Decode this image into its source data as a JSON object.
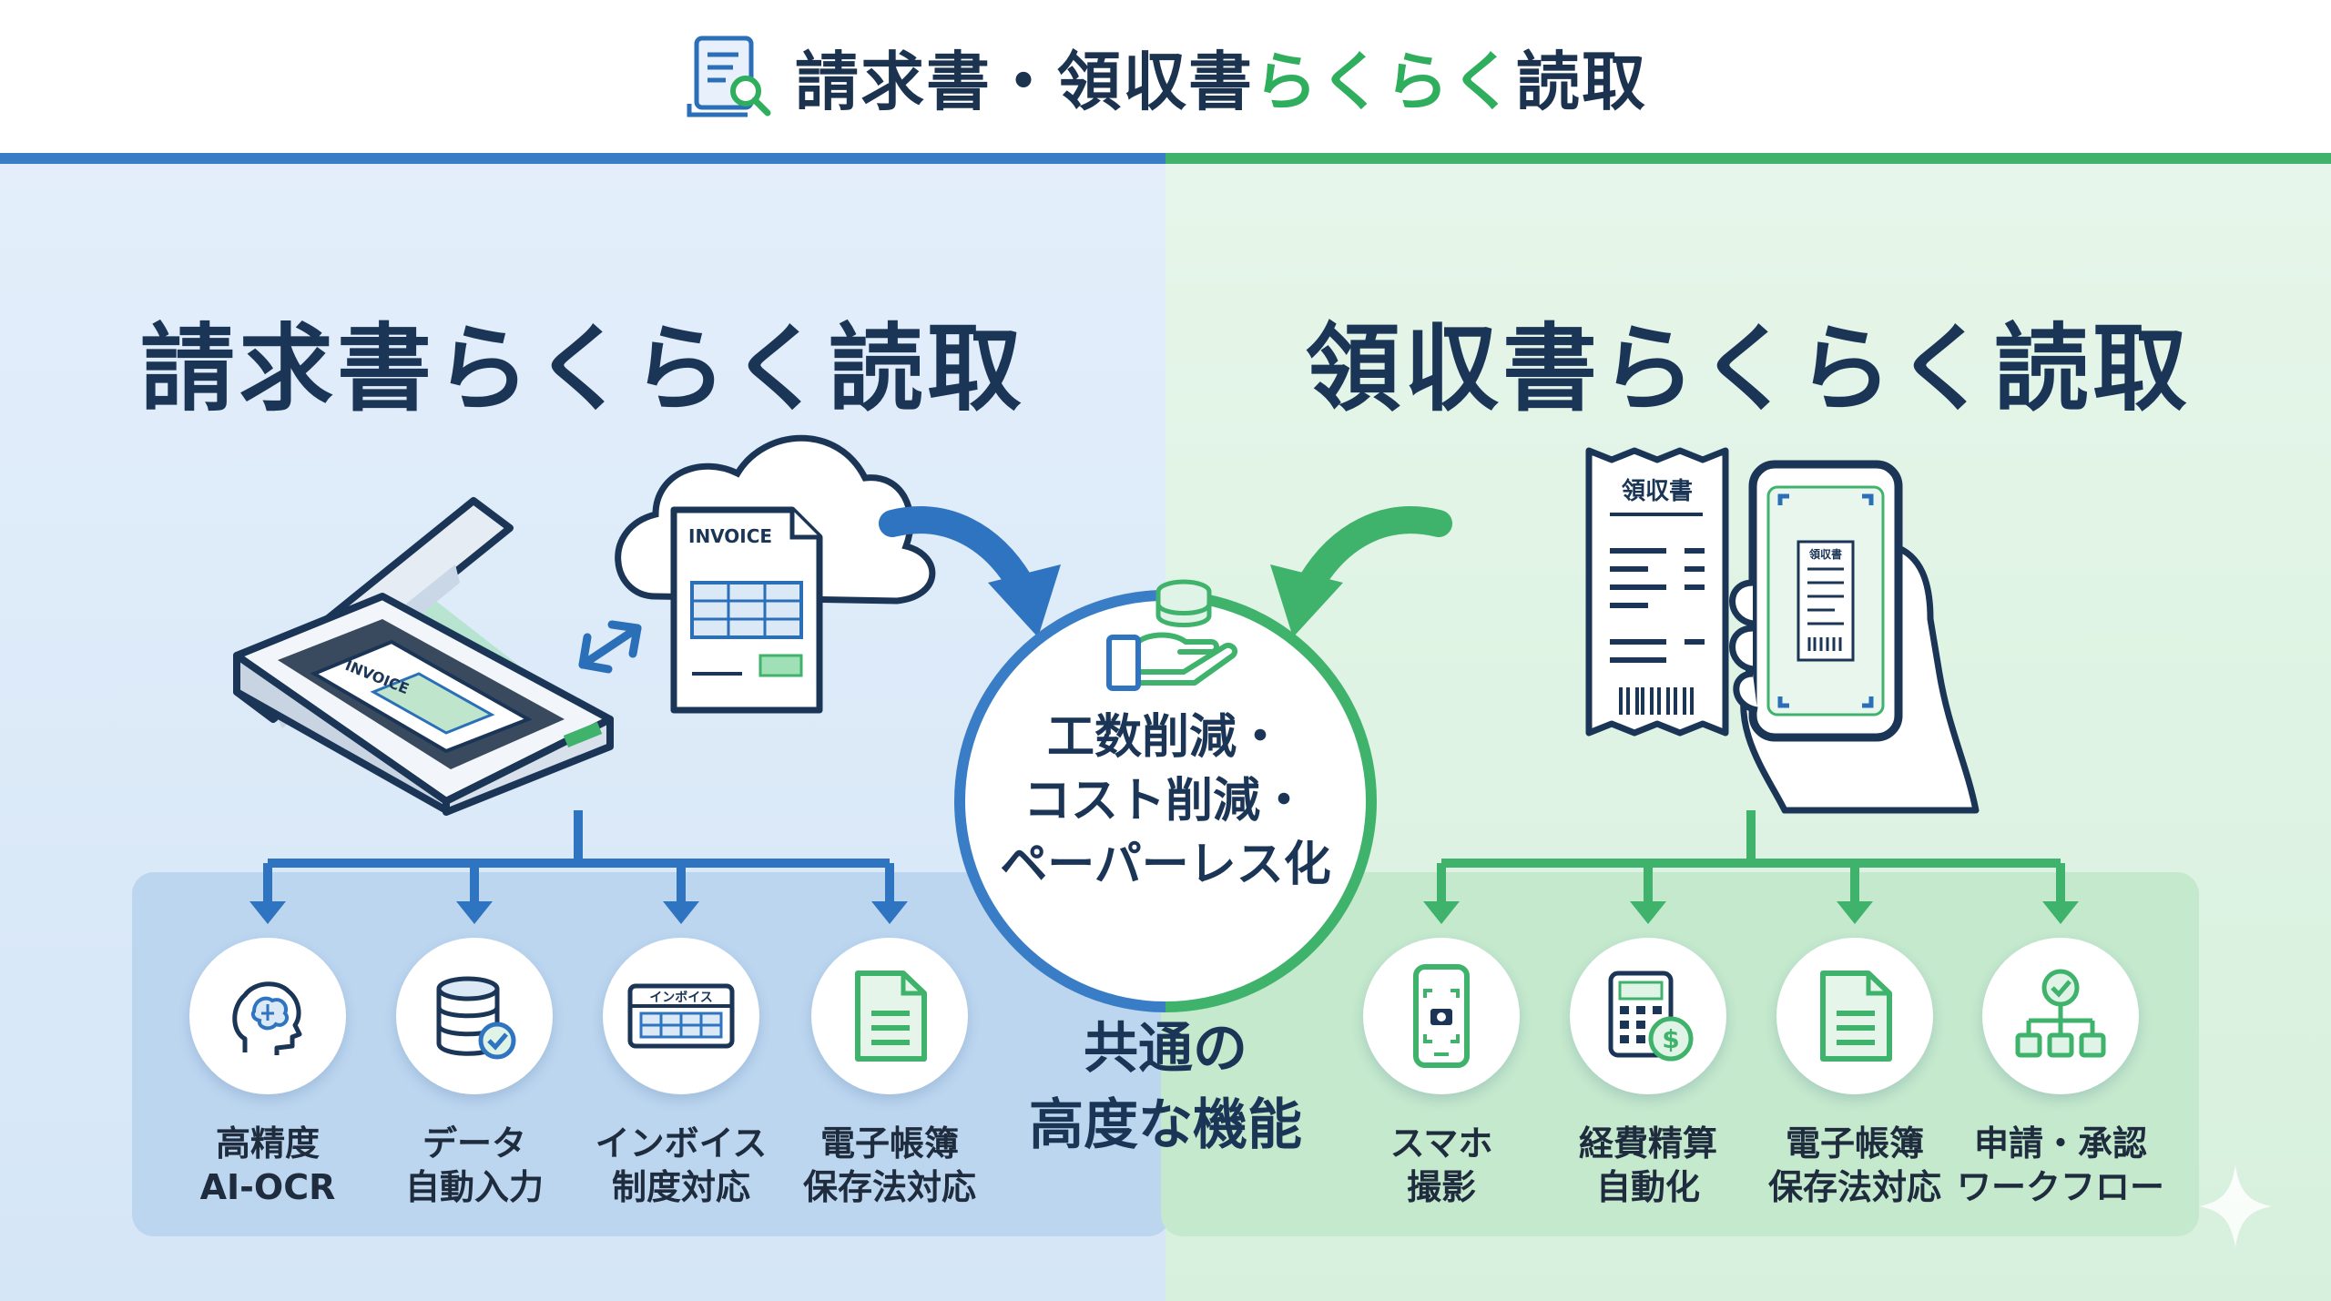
{
  "header": {
    "title_part1": "請求書・領収書",
    "title_part2": "らくらく",
    "title_part3": "読取",
    "logo_icon": "document-search-icon"
  },
  "colors": {
    "blue": "#3a7dc7",
    "green": "#3fb36b",
    "navy": "#1b3556"
  },
  "left_section": {
    "title": "請求書らくらく読取",
    "invoice_label": "INVOICE",
    "scanner_doc_label": "INVOICE",
    "features": [
      {
        "icon": "ai-brain-icon",
        "line1": "高精度",
        "line2": "AI-OCR"
      },
      {
        "icon": "database-check-icon",
        "line1": "データ",
        "line2": "自動入力"
      },
      {
        "icon": "invoice-system-icon",
        "line1": "インボイス",
        "line2": "制度対応",
        "badge": "インボイス"
      },
      {
        "icon": "document-icon",
        "line1": "電子帳簿",
        "line2": "保存法対応"
      }
    ]
  },
  "right_section": {
    "title": "領収書らくらく読取",
    "receipt_label": "領収書",
    "phone_receipt_label": "領収書",
    "features": [
      {
        "icon": "smartphone-camera-icon",
        "line1": "スマホ",
        "line2": "撮影"
      },
      {
        "icon": "calculator-coin-icon",
        "line1": "経費精算",
        "line2": "自動化"
      },
      {
        "icon": "document-icon",
        "line1": "電子帳簿",
        "line2": "保存法対応"
      },
      {
        "icon": "workflow-icon",
        "line1": "申請・承認",
        "line2": "ワークフロー"
      }
    ]
  },
  "center": {
    "line1": "工数削減・",
    "line2": "コスト削減・",
    "line3": "ペーパーレス化",
    "icon": "coins-hand-icon"
  },
  "common": {
    "line1": "共通の",
    "line2": "高度な機能"
  }
}
